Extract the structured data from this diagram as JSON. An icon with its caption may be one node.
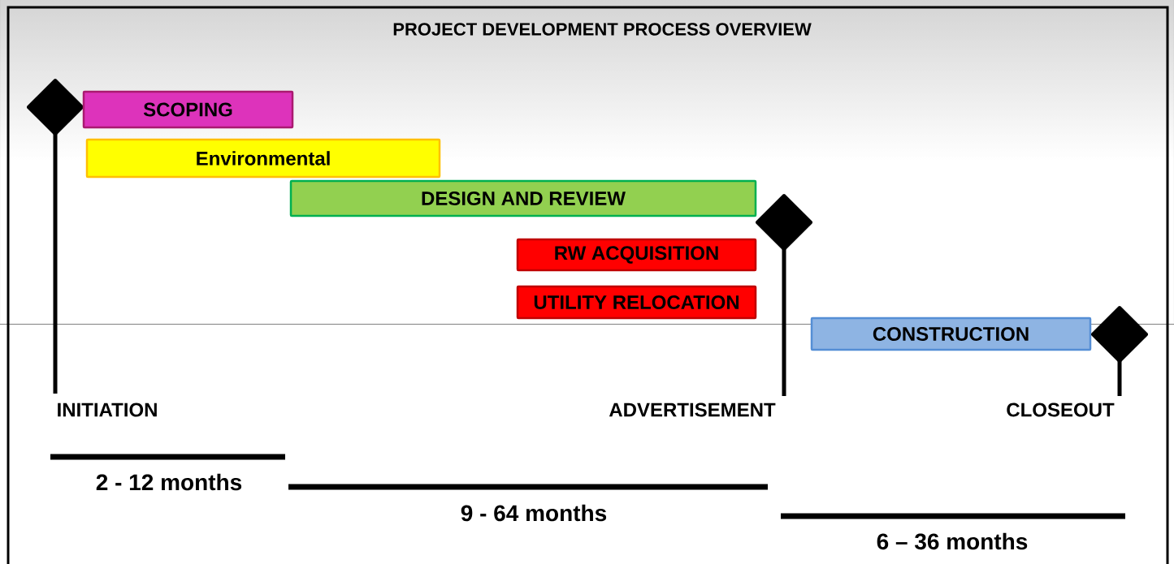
{
  "diagram": {
    "title": "PROJECT DEVELOPMENT PROCESS OVERVIEW",
    "nodes": [
      {
        "text": [],
        "shape": "diamond"
      },
      {
        "text": [
          "SCOPING"
        ]
      },
      {
        "text": [
          "Environmental"
        ]
      },
      {
        "text": [
          "DESIGN AND REVIEW"
        ]
      },
      {
        "text": [],
        "shape": "diamond"
      },
      {
        "text": [
          "RW ACQUISITION"
        ]
      },
      {
        "text": [
          "UTILITY RELOCATION"
        ]
      },
      {
        "text": [
          "CONSTRUCTION"
        ]
      },
      {
        "text": [],
        "shape": "diamond"
      }
    ],
    "labels": [
      "INITIATION",
      "ADVERTISEMENT",
      "CLOSEOUT",
      "2 - 12 months",
      "9 - 64 months",
      "6 – 36 months"
    ]
  }
}
